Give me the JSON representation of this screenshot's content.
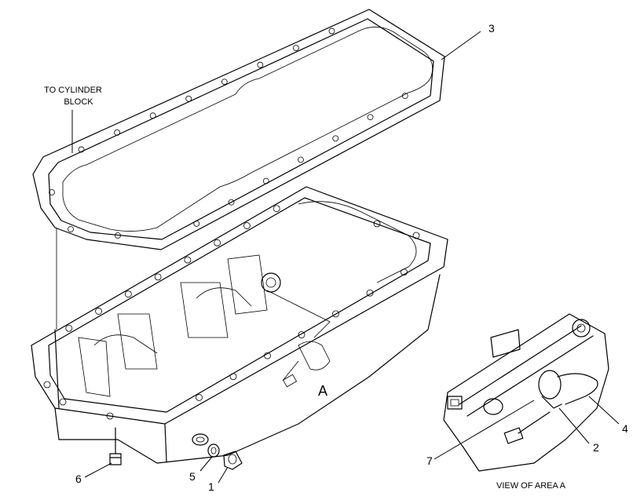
{
  "labels": {
    "to_cylinder_block_line1": "TO CYLINDER",
    "to_cylinder_block_line2": "BLOCK",
    "area_marker": "A",
    "view_caption": "VIEW OF AREA A"
  },
  "callouts": {
    "gasket": "3",
    "pan_bolt": "6",
    "washer": "5",
    "drain_plug": "1",
    "sensor_bracket": "4",
    "sensor": "2",
    "seal": "7"
  }
}
